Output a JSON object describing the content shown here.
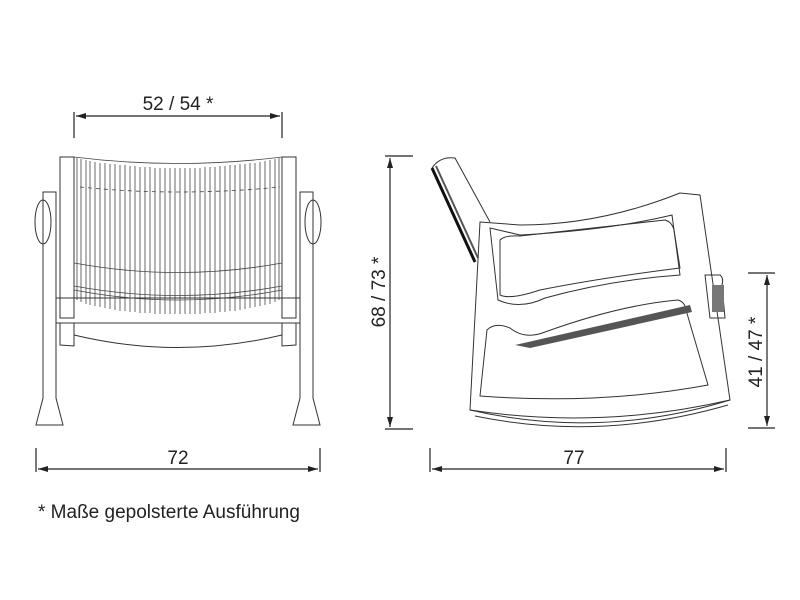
{
  "drawing": {
    "subject": "rocking chair dimension drawing",
    "views": [
      {
        "name": "front-view",
        "dimensions": {
          "seat_width": "52 / 54 *",
          "overall_width": "72"
        }
      },
      {
        "name": "side-view",
        "dimensions": {
          "overall_height": "68 / 73 *",
          "seat_height": "41 / 47 *",
          "overall_depth": "77"
        }
      }
    ],
    "footnote": "* Maße gepolsterte Ausführung",
    "colors": {
      "line": "#222222",
      "background": "#ffffff"
    }
  }
}
